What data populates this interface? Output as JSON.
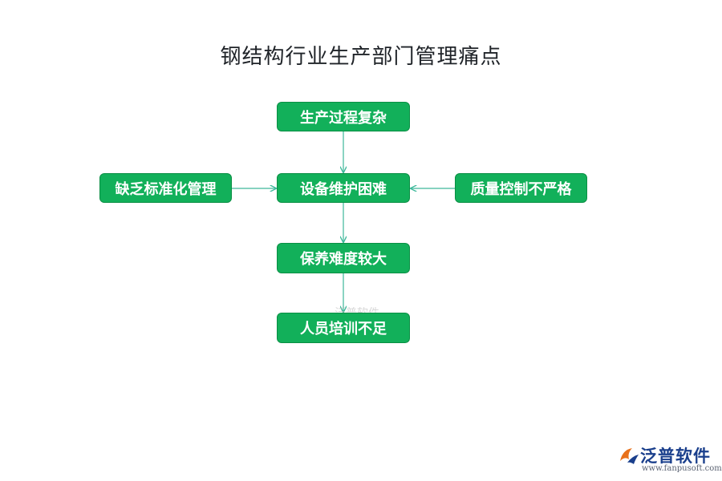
{
  "title": "钢结构行业生产部门管理痛点",
  "nodes": {
    "top": "生产过程复杂",
    "center": "设备维护困难",
    "left": "缺乏标准化管理",
    "right": "质量控制不严格",
    "middle": "保养难度较大",
    "bottom": "人员培训不足"
  },
  "watermark": "泛普软件",
  "logo": {
    "name": "泛普软件",
    "url": "www.fanpusoft.com"
  },
  "colors": {
    "node_fill": "#12b05a",
    "node_border": "#0a8f44",
    "connector": "#3db89a",
    "logo_text": "#1a3f8c",
    "logo_accent": "#e8711a"
  }
}
